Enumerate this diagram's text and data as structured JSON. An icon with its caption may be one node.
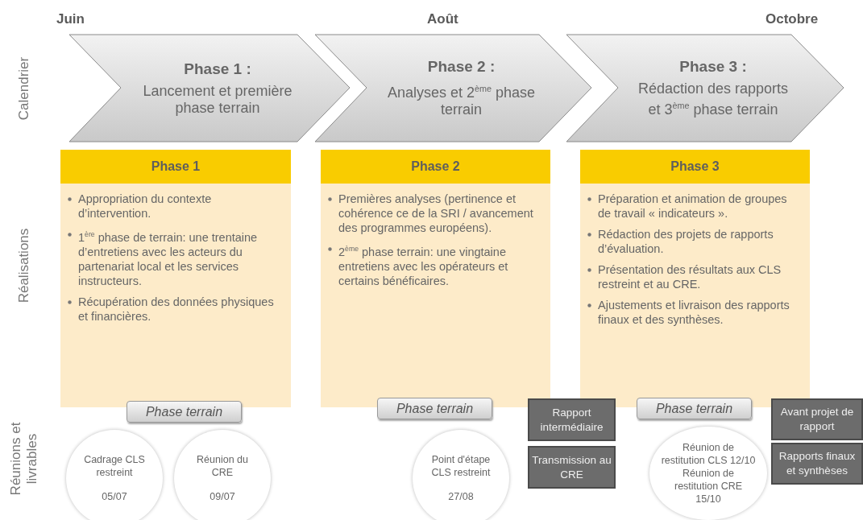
{
  "diagram": {
    "nodes": [
      {
        "text": [
          "Phase 1 :",
          "Lancement et première phase terrain"
        ]
      },
      {
        "text": [
          "Phase 2 :",
          "Analyses et 2$^{ème}$ phase terrain"
        ]
      },
      {
        "text": [
          "Phase 3 :",
          "Rédaction des rapports et 3$^{ème}$ phase terrain"
        ]
      },
      {
        "text": [
          "Phase 1",
          "Appropriation du contexte d’intervention.",
          "1$^{ère}$ phase de terrain: une trentaine d’entretiens avec les acteurs du partenariat local et les services instructeurs.",
          "Récupération des données physiques et financières."
        ]
      },
      {
        "text": [
          "Phase 2",
          "Premières analyses (pertinence et cohérence ce de la SRI / avancement des programmes européens).",
          "2$^{ème}$ phase terrain: une vingtaine entretiens avec les opérateurs et certains bénéficaires."
        ]
      },
      {
        "text": [
          "Phase 3",
          "Préparation et animation de groupes de travail « indicateurs ».",
          "Rédaction des projets de rapports d’évaluation.",
          "Présentation des résultats aux CLS restreint et au CRE.",
          "Ajustements et livraison des rapports finaux et des synthèses."
        ]
      },
      {
        "text": [
          "Phase terrain"
        ]
      },
      {
        "text": [
          "Phase terrain"
        ]
      },
      {
        "text": [
          "Phase terrain"
        ]
      },
      {
        "text": [
          "Cadrage CLS restreint",
          "05/07"
        ]
      },
      {
        "text": [
          "Réunion du CRE",
          "09/07"
        ]
      },
      {
        "text": [
          "Point d'étape CLS restreint",
          "27/08"
        ]
      },
      {
        "text": [
          "Rapport intermédiaire"
        ]
      },
      {
        "text": [
          "Transmission au CRE"
        ]
      },
      {
        "text": [
          "Réunion de restitution CLS 12/10",
          "Réunion de restitution CRE 15/10"
        ]
      },
      {
        "text": [
          "Avant projet de rapport"
        ]
      },
      {
        "text": [
          "Rapports finaux et synthèses"
        ]
      }
    ],
    "labels": [
      "Juin",
      "Août",
      "Octobre",
      "Calendrier",
      "Réalisations",
      "Réunions et livrables"
    ]
  }
}
